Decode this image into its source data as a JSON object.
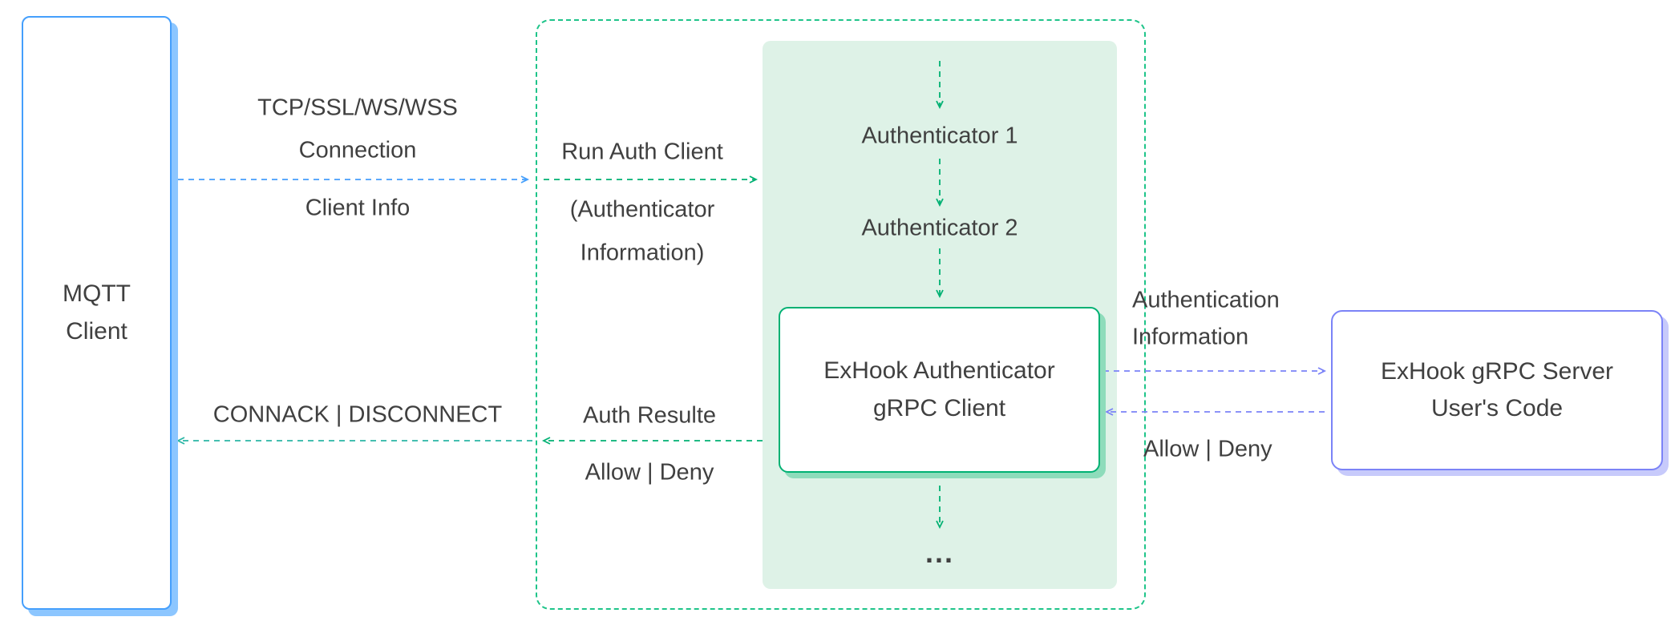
{
  "colors": {
    "blue": "#459ffc",
    "blue-shadow": "#8cc6ff",
    "green": "#00b173",
    "green-border": "#1ec489",
    "green-light": "#def2e7",
    "green-shadow": "#8edcbb",
    "teal": "#2ab6a5",
    "purple": "#7b83f7",
    "purple-shadow": "#c7cafb",
    "text": "#404040"
  },
  "nodes": {
    "mqtt_client": {
      "line1": "MQTT",
      "line2": "Client"
    },
    "exhook_client": {
      "line1": "ExHook Authenticator",
      "line2": "gRPC Client"
    },
    "exhook_server": {
      "line1": "ExHook gRPC Server",
      "line2": "User's Code"
    }
  },
  "chain": {
    "authenticator1": "Authenticator 1",
    "authenticator2": "Authenticator 2",
    "ellipsis": "..."
  },
  "labels": {
    "tcp": "TCP/SSL/WS/WSS",
    "connection": "Connection",
    "client_info": "Client Info",
    "connack": "CONNACK | DISCONNECT",
    "run_auth_client": "Run Auth Client",
    "authenticator_paren": "(Authenticator",
    "information_paren": "Information)",
    "auth_result": "Auth Resulte",
    "allow_deny_left": "Allow | Deny",
    "authentication": "Authentication",
    "information": "Information",
    "allow_deny_right": "Allow | Deny"
  }
}
